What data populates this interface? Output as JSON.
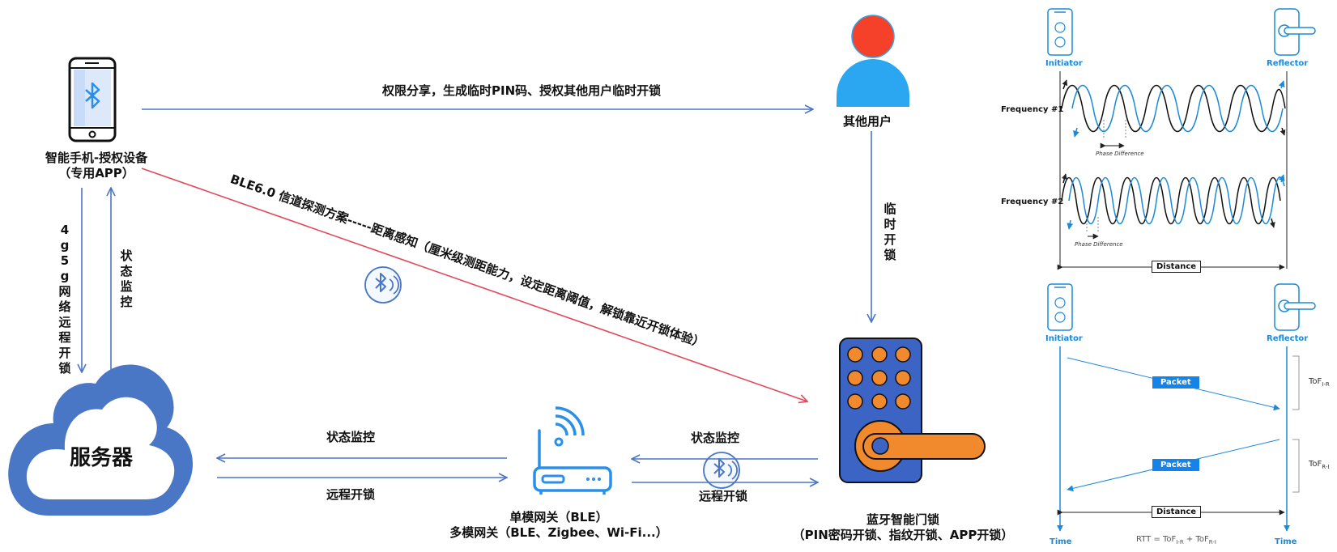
{
  "nodes": {
    "phone_label_1": "智能手机-授权设备",
    "phone_label_2": "（专用APP）",
    "other_user": "其他用户",
    "server": "服务器",
    "gateway_label_1": "单模网关（BLE）",
    "gateway_label_2": "多模网关（BLE、Zigbee、Wi-Fi...）",
    "lock_label_1": "蓝牙智能门锁",
    "lock_label_2": "（PIN密码开锁、指纹开锁、APP开锁）"
  },
  "edges": {
    "share": "权限分享，生成临时PIN码、授权其他用户临时开锁",
    "ble_cs": "BLE6.0 信道探测方案-----距离感知（厘米级测距能力，设定距离阈值，解锁靠近开锁体验）",
    "remote_4g": "4g5g网络远程开锁",
    "status_monitor_v": "状态监控",
    "temp_unlock": "临时开锁",
    "gw_status": "状态监控",
    "gw_remote": "远程开锁",
    "lock_status": "状态监控",
    "lock_remote": "远程开锁"
  },
  "cs_diagram": {
    "initiator": "Initiator",
    "reflector": "Reflector",
    "freq1": "Frequency #1",
    "freq2": "Frequency #2",
    "phase_diff": "Phase Difference",
    "distance": "Distance",
    "packet": "Packet",
    "tof_ir_main": "ToF",
    "tof_ir_sub": "I-R",
    "tof_ri_main": "ToF",
    "tof_ri_sub": "R-I",
    "time": "Time",
    "rtt_a": "RTT = ToF",
    "rtt_b": " + ToF",
    "rtt_sub1": "I-R",
    "rtt_sub2": "R-I"
  },
  "colors": {
    "arrow_blue": "#4a76c6",
    "arrow_red": "#e04a5a",
    "cloud": "#4a76c6",
    "user_head": "#f5402a",
    "user_body": "#2aa7f0",
    "lock_body": "#3b64c4",
    "lock_keys": "#f08a2c",
    "cs_blue": "#1c8ad8"
  }
}
